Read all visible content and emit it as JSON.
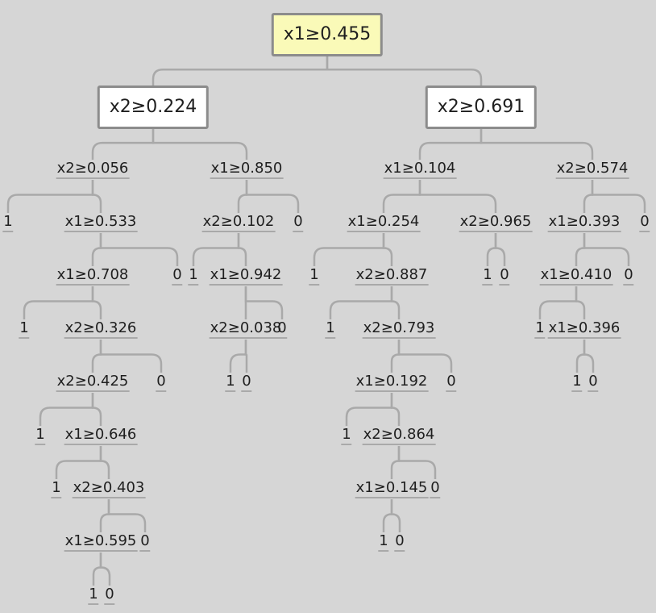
{
  "tree": {
    "nodes": [
      {
        "id": "n0",
        "label": "x1≥0.455",
        "kind": "root"
      },
      {
        "id": "n1",
        "label": "x2≥0.224",
        "kind": "box"
      },
      {
        "id": "n2",
        "label": "x2≥0.691",
        "kind": "box"
      },
      {
        "id": "n3",
        "label": "x2≥0.056",
        "kind": "split"
      },
      {
        "id": "n4",
        "label": "x1≥0.850",
        "kind": "split"
      },
      {
        "id": "n5",
        "label": "x1≥0.104",
        "kind": "split"
      },
      {
        "id": "n6",
        "label": "x2≥0.574",
        "kind": "split"
      },
      {
        "id": "l1",
        "label": "1",
        "kind": "leaf"
      },
      {
        "id": "n7",
        "label": "x1≥0.533",
        "kind": "split"
      },
      {
        "id": "n8",
        "label": "x2≥0.102",
        "kind": "split"
      },
      {
        "id": "l2",
        "label": "0",
        "kind": "leaf"
      },
      {
        "id": "n9",
        "label": "x1≥0.254",
        "kind": "split"
      },
      {
        "id": "n10",
        "label": "x2≥0.965",
        "kind": "split"
      },
      {
        "id": "n11",
        "label": "x1≥0.393",
        "kind": "split"
      },
      {
        "id": "l3",
        "label": "0",
        "kind": "leaf"
      },
      {
        "id": "n12",
        "label": "x1≥0.708",
        "kind": "split"
      },
      {
        "id": "l4",
        "label": "0",
        "kind": "leaf"
      },
      {
        "id": "l5",
        "label": "1",
        "kind": "leaf"
      },
      {
        "id": "n13",
        "label": "x1≥0.942",
        "kind": "split"
      },
      {
        "id": "l6",
        "label": "1",
        "kind": "leaf"
      },
      {
        "id": "n14",
        "label": "x2≥0.887",
        "kind": "split"
      },
      {
        "id": "l7",
        "label": "1",
        "kind": "leaf"
      },
      {
        "id": "l8",
        "label": "0",
        "kind": "leaf"
      },
      {
        "id": "n15",
        "label": "x1≥0.410",
        "kind": "split"
      },
      {
        "id": "l9",
        "label": "0",
        "kind": "leaf"
      },
      {
        "id": "l10",
        "label": "1",
        "kind": "leaf"
      },
      {
        "id": "n16",
        "label": "x2≥0.326",
        "kind": "split"
      },
      {
        "id": "n17",
        "label": "x2≥0.038",
        "kind": "split"
      },
      {
        "id": "l11",
        "label": "0",
        "kind": "leaf"
      },
      {
        "id": "l12",
        "label": "1",
        "kind": "leaf"
      },
      {
        "id": "n18",
        "label": "x2≥0.793",
        "kind": "split"
      },
      {
        "id": "l13",
        "label": "1",
        "kind": "leaf"
      },
      {
        "id": "n19",
        "label": "x1≥0.396",
        "kind": "split"
      },
      {
        "id": "n20",
        "label": "x2≥0.425",
        "kind": "split"
      },
      {
        "id": "l14",
        "label": "0",
        "kind": "leaf"
      },
      {
        "id": "l15",
        "label": "1",
        "kind": "leaf"
      },
      {
        "id": "l16",
        "label": "0",
        "kind": "leaf"
      },
      {
        "id": "n21",
        "label": "x1≥0.192",
        "kind": "split"
      },
      {
        "id": "l17",
        "label": "0",
        "kind": "leaf"
      },
      {
        "id": "l18",
        "label": "1",
        "kind": "leaf"
      },
      {
        "id": "l19",
        "label": "0",
        "kind": "leaf"
      },
      {
        "id": "l20",
        "label": "1",
        "kind": "leaf"
      },
      {
        "id": "n22",
        "label": "x1≥0.646",
        "kind": "split"
      },
      {
        "id": "l21",
        "label": "1",
        "kind": "leaf"
      },
      {
        "id": "n23",
        "label": "x2≥0.864",
        "kind": "split"
      },
      {
        "id": "l22",
        "label": "1",
        "kind": "leaf"
      },
      {
        "id": "n24",
        "label": "x2≥0.403",
        "kind": "split"
      },
      {
        "id": "n25",
        "label": "x1≥0.145",
        "kind": "split"
      },
      {
        "id": "l23",
        "label": "0",
        "kind": "leaf"
      },
      {
        "id": "n26",
        "label": "x1≥0.595",
        "kind": "split"
      },
      {
        "id": "l24",
        "label": "0",
        "kind": "leaf"
      },
      {
        "id": "l25",
        "label": "1",
        "kind": "leaf"
      },
      {
        "id": "l26",
        "label": "0",
        "kind": "leaf"
      },
      {
        "id": "l27",
        "label": "1",
        "kind": "leaf"
      },
      {
        "id": "l28",
        "label": "0",
        "kind": "leaf"
      }
    ],
    "edges": [
      [
        "n0",
        "n1"
      ],
      [
        "n0",
        "n2"
      ],
      [
        "n1",
        "n3"
      ],
      [
        "n1",
        "n4"
      ],
      [
        "n2",
        "n5"
      ],
      [
        "n2",
        "n6"
      ],
      [
        "n3",
        "l1"
      ],
      [
        "n3",
        "n7"
      ],
      [
        "n4",
        "n8"
      ],
      [
        "n4",
        "l2"
      ],
      [
        "n5",
        "n9"
      ],
      [
        "n5",
        "n10"
      ],
      [
        "n6",
        "n11"
      ],
      [
        "n6",
        "l3"
      ],
      [
        "n7",
        "n12"
      ],
      [
        "n7",
        "l4"
      ],
      [
        "n8",
        "l5"
      ],
      [
        "n8",
        "n13"
      ],
      [
        "n9",
        "l6"
      ],
      [
        "n9",
        "n14"
      ],
      [
        "n10",
        "l7"
      ],
      [
        "n10",
        "l8"
      ],
      [
        "n11",
        "n15"
      ],
      [
        "n11",
        "l9"
      ],
      [
        "n12",
        "l10"
      ],
      [
        "n12",
        "n16"
      ],
      [
        "n13",
        "n17"
      ],
      [
        "n13",
        "l11"
      ],
      [
        "n14",
        "l12"
      ],
      [
        "n14",
        "n18"
      ],
      [
        "n15",
        "l13"
      ],
      [
        "n15",
        "n19"
      ],
      [
        "n16",
        "n20"
      ],
      [
        "n16",
        "l14"
      ],
      [
        "n17",
        "l15"
      ],
      [
        "n17",
        "l16"
      ],
      [
        "n18",
        "n21"
      ],
      [
        "n18",
        "l17"
      ],
      [
        "n19",
        "l18"
      ],
      [
        "n19",
        "l19"
      ],
      [
        "n20",
        "l20"
      ],
      [
        "n20",
        "n22"
      ],
      [
        "n21",
        "l21"
      ],
      [
        "n21",
        "n23"
      ],
      [
        "n22",
        "l22"
      ],
      [
        "n22",
        "n24"
      ],
      [
        "n23",
        "n25"
      ],
      [
        "n23",
        "l23"
      ],
      [
        "n24",
        "n26"
      ],
      [
        "n24",
        "l24"
      ],
      [
        "n25",
        "l25"
      ],
      [
        "n25",
        "l26"
      ],
      [
        "n26",
        "l27"
      ],
      [
        "n26",
        "l28"
      ]
    ]
  }
}
